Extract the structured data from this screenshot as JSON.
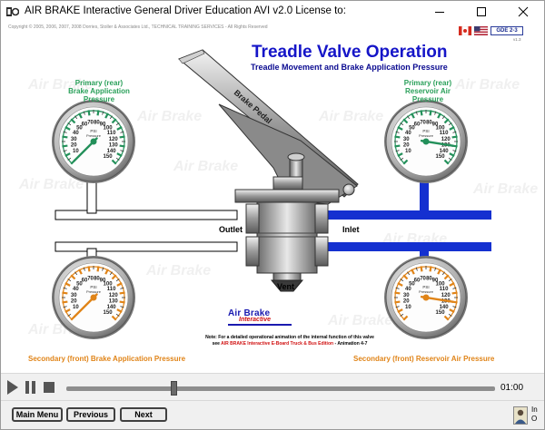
{
  "window": {
    "title": "AIR BRAKE Interactive General Driver Education AVI v2.0    License to:",
    "minimize": "minimize",
    "maximize": "maximize",
    "close": "close"
  },
  "header": {
    "copyright": "Copyright © 2005, 2006, 2007, 2008 Dorries, Stoller & Associates Ltd., TECHNICAL TRAINING SERVICES - All Rights Reserved",
    "badge": "GDE 2-3",
    "version": "v1.3",
    "title": "Treadle Valve Operation",
    "subtitle": "Treadle Movement and Brake Application Pressure"
  },
  "gauges": {
    "top_left_label": "Primary (rear)\nBrake Application\nPressure",
    "top_right_label": "Primary (rear)\nReservoir Air\nPressure",
    "bottom_left_label": "Secondary (front) Brake Application Pressure",
    "bottom_right_label": "Secondary (front) Reservoir Air Pressure",
    "ticks": [
      "10",
      "20",
      "30",
      "40",
      "50",
      "60",
      "70",
      "80",
      "90",
      "100",
      "110",
      "120",
      "130",
      "140",
      "150"
    ],
    "unit": "PSI",
    "sub": "Pressure",
    "top_left_psi": 0,
    "top_right_psi": 130,
    "bottom_left_psi": 0,
    "bottom_right_psi": 130
  },
  "diagram": {
    "pedal": "Brake Pedal",
    "outlet": "Outlet",
    "inlet": "Inlet",
    "vent": "Vent"
  },
  "brand": {
    "line1": "Air Brake",
    "line2": "Interactive"
  },
  "note": {
    "line1": "Note: For a detailed operational animation of the internal function of this valve",
    "line2_a": "see ",
    "line2_red": "AIR BRAKE Interactive E-Board Truck & Bus Edition",
    "line2_b": " - Animation 4-7"
  },
  "watermark": "Air Brake",
  "player": {
    "time": "01:00",
    "progress": 0.25
  },
  "nav": {
    "main_menu": "Main Menu",
    "previous": "Previous",
    "next": "Next"
  },
  "license": {
    "line1": "In",
    "line2": "O"
  },
  "colors": {
    "title_blue": "#1515c8",
    "label_green": "#2aa05a",
    "label_orange": "#e08418",
    "air_blue": "#1430d0"
  }
}
